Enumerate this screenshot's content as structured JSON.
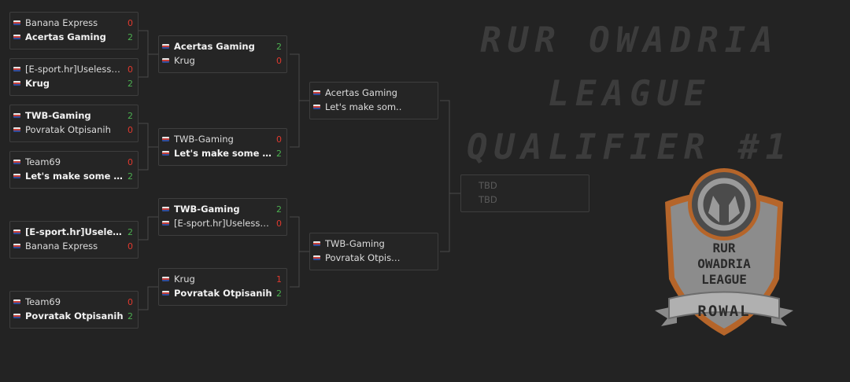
{
  "title": {
    "line1": "RUR OWADRIA LEAGUE",
    "line2": "QUALIFIER #1"
  },
  "logo": {
    "line1": "RUR",
    "line2": "OWADRIA",
    "line3": "LEAGUE",
    "banner": "ROWAL"
  },
  "round1": [
    {
      "teams": [
        {
          "name": "Banana Express",
          "score": "0"
        },
        {
          "name": "Acertas Gaming",
          "score": "2"
        }
      ]
    },
    {
      "teams": [
        {
          "name": "[E-sport.hr]Useless…",
          "score": "0"
        },
        {
          "name": "Krug",
          "score": "2"
        }
      ]
    },
    {
      "teams": [
        {
          "name": "TWB-Gaming",
          "score": "2"
        },
        {
          "name": "Povratak Otpisanih",
          "score": "0"
        }
      ]
    },
    {
      "teams": [
        {
          "name": "Team69",
          "score": "0"
        },
        {
          "name": "Let's make some …",
          "score": "2"
        }
      ]
    },
    {
      "teams": [
        {
          "name": "[E-sport.hr]Useles…",
          "score": "2"
        },
        {
          "name": "Banana Express",
          "score": "0"
        }
      ]
    },
    {
      "teams": [
        {
          "name": "Team69",
          "score": "0"
        },
        {
          "name": "Povratak Otpisanih",
          "score": "2"
        }
      ]
    }
  ],
  "round2": [
    {
      "teams": [
        {
          "name": "Acertas Gaming",
          "score": "2"
        },
        {
          "name": "Krug",
          "score": "0"
        }
      ]
    },
    {
      "teams": [
        {
          "name": "TWB-Gaming",
          "score": "0"
        },
        {
          "name": "Let's make some …",
          "score": "2"
        }
      ]
    },
    {
      "teams": [
        {
          "name": "TWB-Gaming",
          "score": "2"
        },
        {
          "name": "[E-sport.hr]Useless…",
          "score": "0"
        }
      ]
    },
    {
      "teams": [
        {
          "name": "Krug",
          "score": "1"
        },
        {
          "name": "Povratak Otpisanih",
          "score": "2"
        }
      ]
    }
  ],
  "round3": [
    {
      "teams": [
        {
          "name": "Acertas Gaming"
        },
        {
          "name": "Let's make som.."
        }
      ]
    },
    {
      "teams": [
        {
          "name": "TWB-Gaming"
        },
        {
          "name": "Povratak Otpis…"
        }
      ]
    }
  ],
  "final": {
    "teams": [
      {
        "name": "TBD"
      },
      {
        "name": "TBD"
      }
    ]
  },
  "colors": {
    "win": "#4caf50",
    "lose": "#e0392e",
    "logo_orange": "#b5652a"
  }
}
